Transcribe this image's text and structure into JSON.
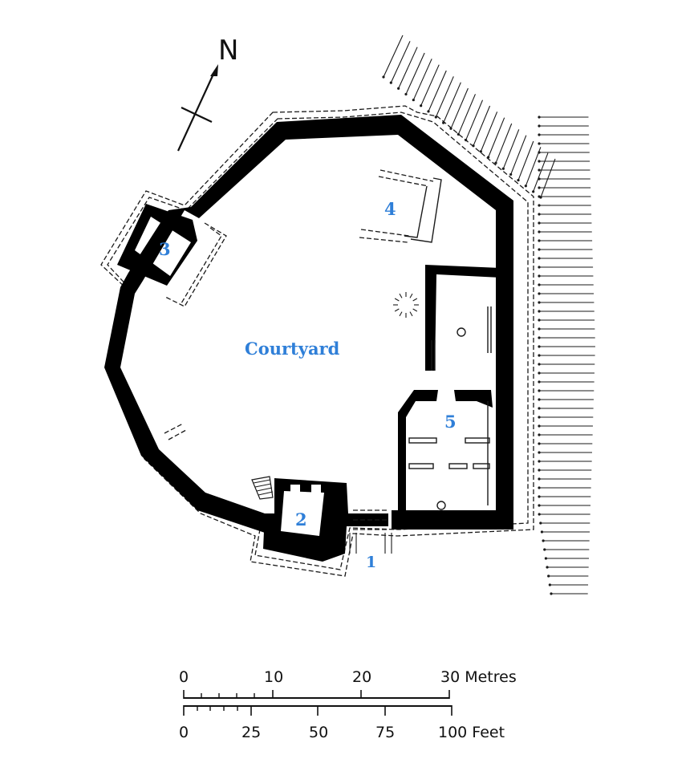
{
  "colors": {
    "label": "#2f7fd8",
    "walls": "#000000",
    "lines": "#1a1a1a"
  },
  "north": {
    "letter": "N"
  },
  "labels": {
    "courtyard": "Courtyard",
    "n1": "1",
    "n2": "2",
    "n3": "3",
    "n4": "4",
    "n5": "5"
  },
  "scale": {
    "metres": {
      "t0": "0",
      "t10": "10",
      "t20": "20",
      "t30": "30 Metres"
    },
    "feet": {
      "t0": "0",
      "t25": "25",
      "t50": "50",
      "t75": "75",
      "t100": "100 Feet"
    }
  }
}
